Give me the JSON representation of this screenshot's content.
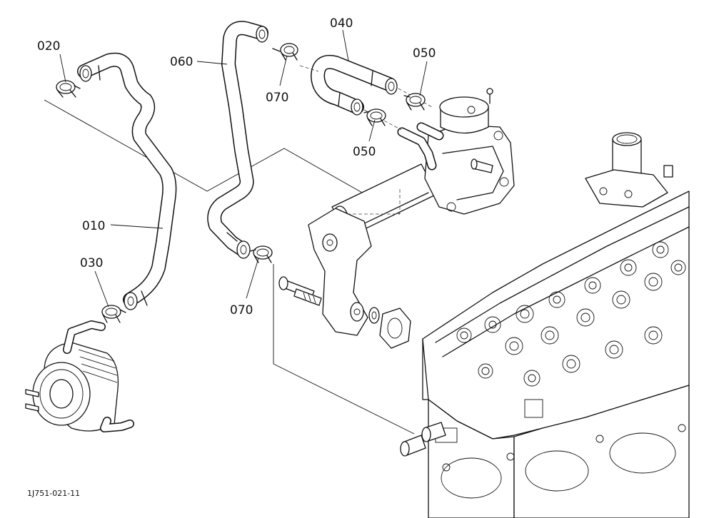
{
  "diagram": {
    "drawing_number": "1J751-021-11",
    "callouts": [
      {
        "id": "c010",
        "label": "010"
      },
      {
        "id": "c020",
        "label": "020"
      },
      {
        "id": "c030",
        "label": "030"
      },
      {
        "id": "c040",
        "label": "040"
      },
      {
        "id": "c050a",
        "label": "050"
      },
      {
        "id": "c050b",
        "label": "050"
      },
      {
        "id": "c060",
        "label": "060"
      },
      {
        "id": "c070a",
        "label": "070"
      },
      {
        "id": "c070b",
        "label": "070"
      }
    ]
  }
}
